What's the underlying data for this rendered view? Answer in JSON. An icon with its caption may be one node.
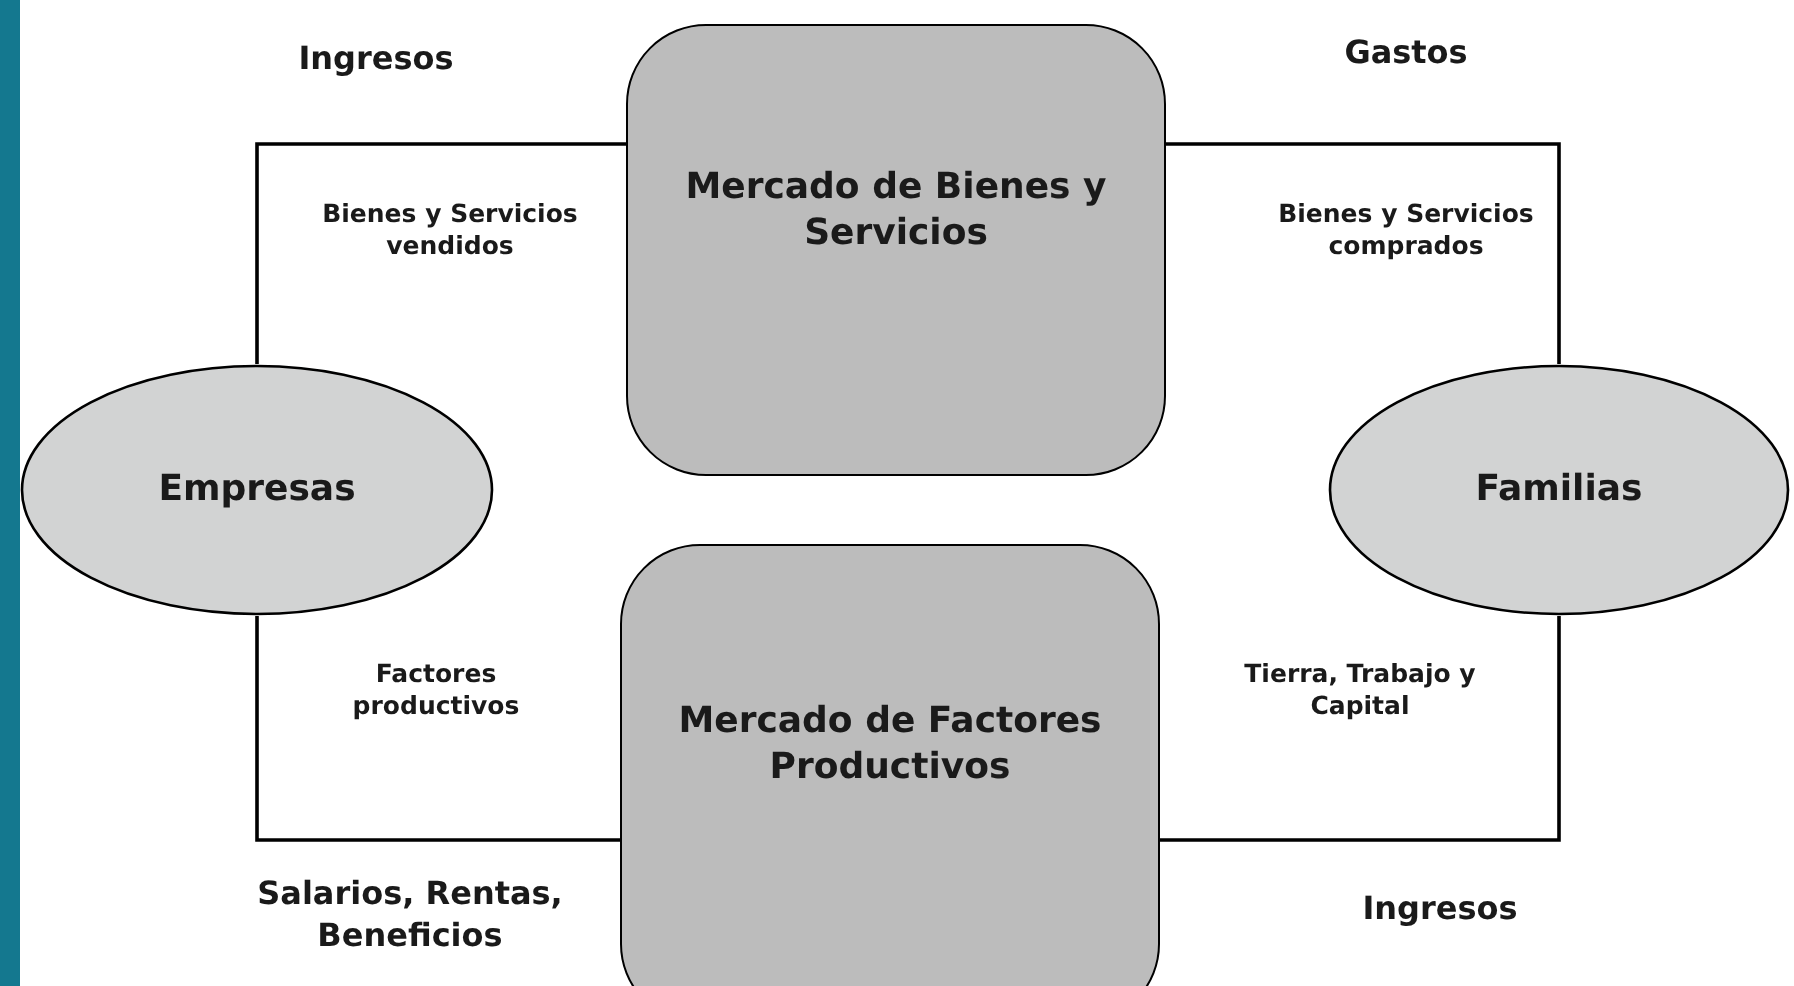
{
  "diagram": {
    "nodes": [
      {
        "text": [
          "Mercado de Bienes y Servicios"
        ]
      },
      {
        "text": [
          "Empresas"
        ]
      },
      {
        "text": [
          "Familias"
        ]
      },
      {
        "text": [
          "Mercado de Factores Productivos"
        ]
      }
    ],
    "edges": [
      {
        "from": 1,
        "to": 0,
        "arrow": "none"
      },
      {
        "from": 0,
        "to": 2,
        "arrow": "none"
      },
      {
        "from": 1,
        "to": 3,
        "arrow": "none"
      },
      {
        "from": 3,
        "to": 2,
        "arrow": "none"
      }
    ],
    "labels": [
      "Ingresos",
      "Gastos",
      "Bienes y Servicios vendidos",
      "Bienes y Servicios comprados",
      "Factores productivos",
      "Tierra, Trabajo y Capital",
      "Salarios, Rentas, Beneficios",
      "Ingresos"
    ]
  }
}
